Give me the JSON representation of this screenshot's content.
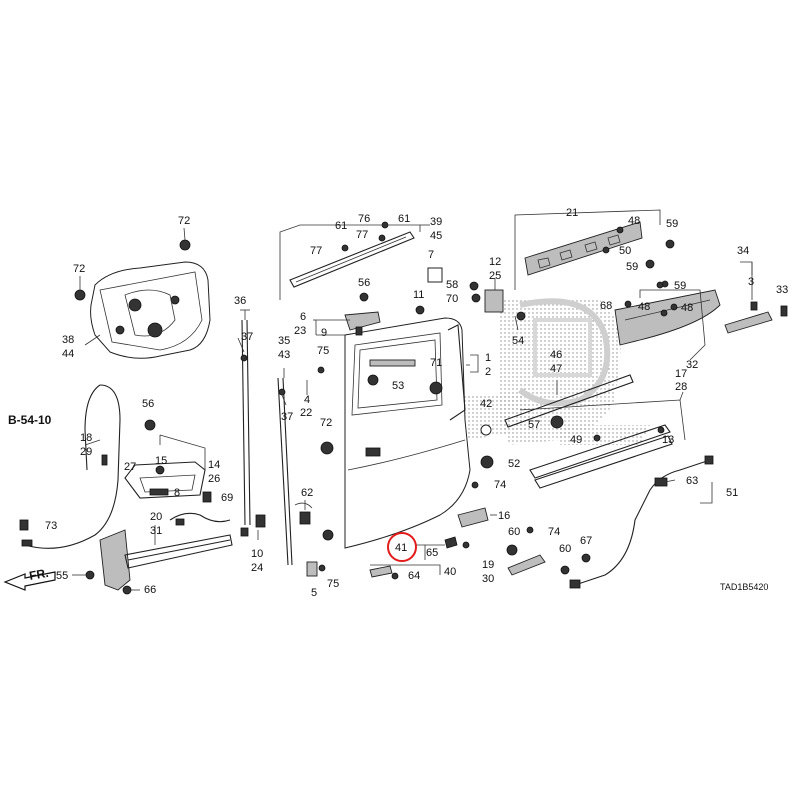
{
  "diagram": {
    "reference": "B-54-10",
    "direction": "FR.",
    "code": "TAD1B5420",
    "highlighted": "41",
    "labels": {
      "l72a": "72",
      "l72b": "72",
      "l38": "38",
      "l44": "44",
      "l36": "36",
      "l37a": "37",
      "l10": "10",
      "l24": "24",
      "l35": "35",
      "l43": "43",
      "l37b": "37",
      "l4": "4",
      "l22": "22",
      "l62": "62",
      "l5": "5",
      "l75a": "75",
      "l75b": "75",
      "l6": "6",
      "l23": "23",
      "l9": "9",
      "l56": "56",
      "l53": "53",
      "l39": "39",
      "l45": "45",
      "l61a": "61",
      "l61b": "61",
      "l76": "76",
      "l77a": "77",
      "l77b": "77",
      "l7": "7",
      "l58": "58",
      "l70": "70",
      "l11": "11",
      "l12": "12",
      "l25": "25",
      "l54": "54",
      "l71": "71",
      "l1": "1",
      "l2": "2",
      "l72c": "72",
      "l42": "42",
      "l52": "52",
      "l21": "21",
      "l48a": "48",
      "l48b": "48",
      "l48c": "48",
      "l59a": "59",
      "l59b": "59",
      "l59c": "59",
      "l50": "50",
      "l34": "34",
      "l3": "3",
      "l33": "33",
      "l68": "68",
      "l32": "32",
      "l46": "46",
      "l47": "47",
      "l17": "17",
      "l28": "28",
      "l57": "57",
      "l49": "49",
      "l13": "13",
      "l63": "63",
      "l51": "51",
      "l74a": "74",
      "l74b": "74",
      "l16": "16",
      "l60a": "60",
      "l60b": "60",
      "l65": "65",
      "l19": "19",
      "l30": "30",
      "l67": "67",
      "l40": "40",
      "l64": "64",
      "l18": "18",
      "l29": "29",
      "l56b": "56",
      "l27": "27",
      "l15": "15",
      "l14": "14",
      "l26": "26",
      "l8": "8",
      "l69": "69",
      "l73": "73",
      "l20": "20",
      "l31": "31",
      "l55": "55",
      "l66": "66"
    }
  }
}
